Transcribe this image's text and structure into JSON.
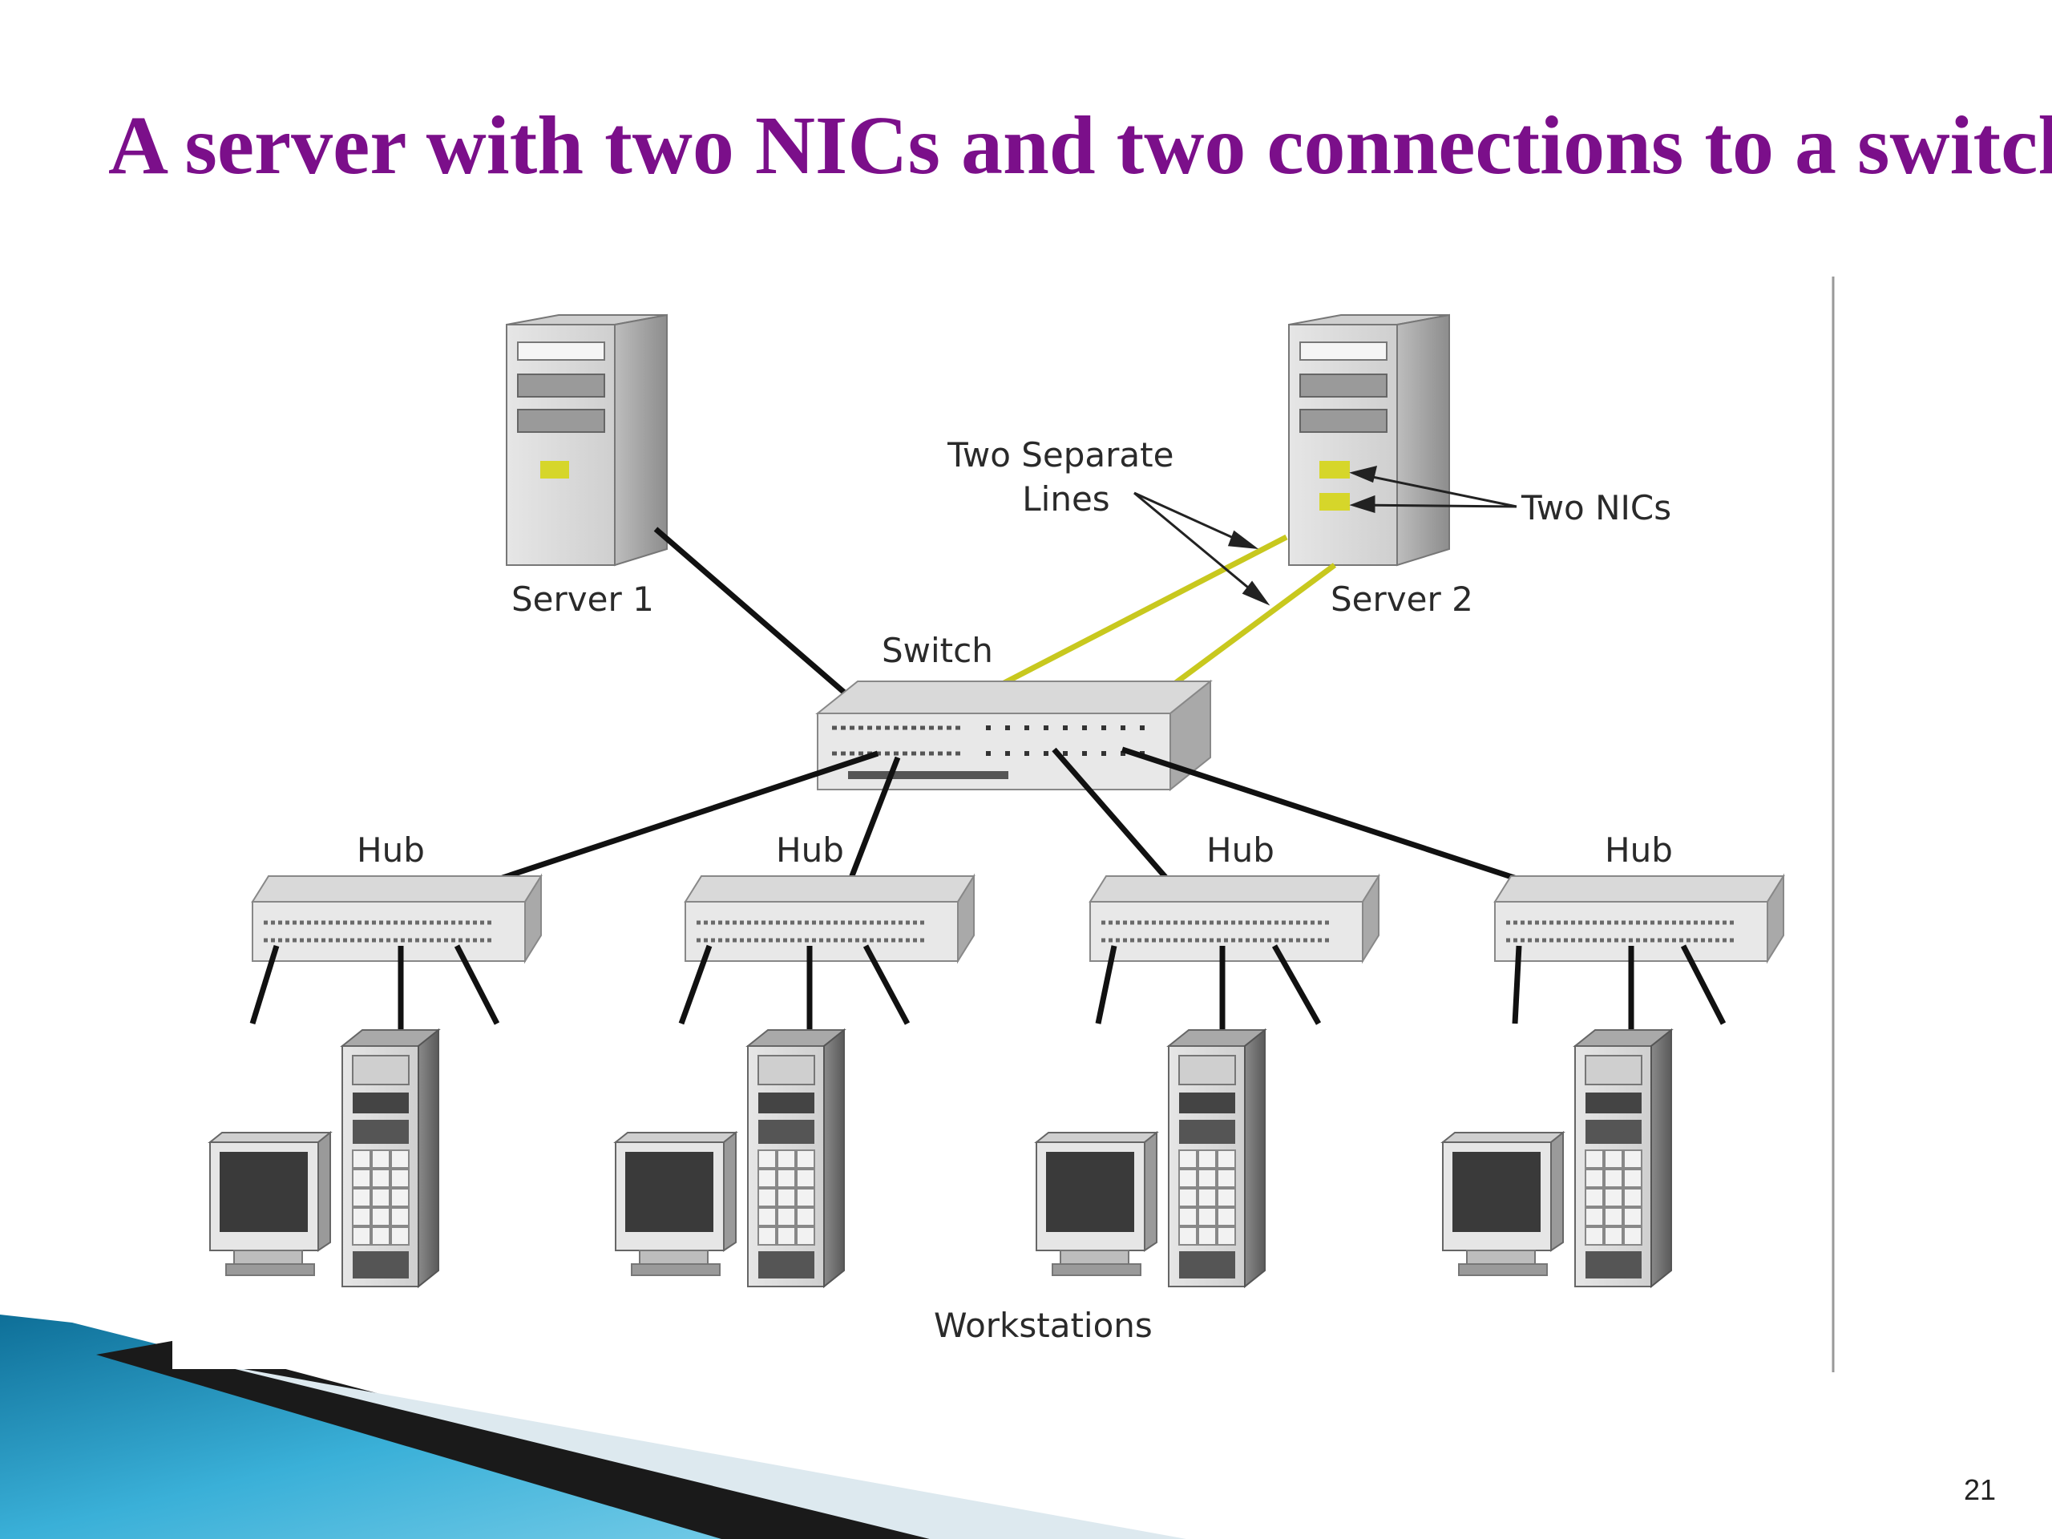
{
  "slide": {
    "title": "A server with two NICs and two connections to a switch",
    "page_number": "21"
  },
  "diagram": {
    "labels": {
      "server1": "Server 1",
      "server2": "Server 2",
      "switch": "Switch",
      "two_separate_lines_1": "Two Separate",
      "two_separate_lines_2": "Lines",
      "two_nics": "Two NICs",
      "hub": "Hub",
      "workstations": "Workstations"
    },
    "colors": {
      "title": "#7b0f8a",
      "nic_and_nic_lines": "#c8c81e",
      "cable": "#111111",
      "corner_accent": "#1f8fb8"
    }
  }
}
